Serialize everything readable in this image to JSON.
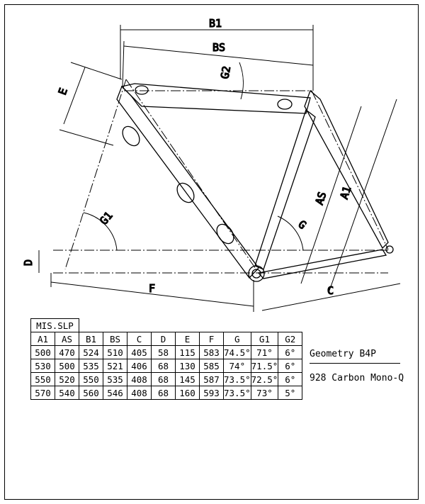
{
  "dimension_labels": {
    "B1": "B1",
    "BS": "BS",
    "E": "E",
    "G2": "G2",
    "G1": "G1",
    "D": "D",
    "F": "F",
    "G": "G",
    "AS": "AS",
    "A1": "A1",
    "C": "C"
  },
  "table": {
    "title": "MIS.SLP",
    "headers": [
      "A1",
      "AS",
      "B1",
      "BS",
      "C",
      "D",
      "E",
      "F",
      "G",
      "G1",
      "G2"
    ],
    "rows": [
      [
        "500",
        "470",
        "524",
        "510",
        "405",
        "58",
        "115",
        "583",
        "74.5°",
        "71°",
        "6°"
      ],
      [
        "530",
        "500",
        "535",
        "521",
        "406",
        "68",
        "130",
        "585",
        "74°",
        "71.5°",
        "6°"
      ],
      [
        "550",
        "520",
        "550",
        "535",
        "408",
        "68",
        "145",
        "587",
        "73.5°",
        "72.5°",
        "6°"
      ],
      [
        "570",
        "540",
        "560",
        "546",
        "408",
        "68",
        "160",
        "593",
        "73.5°",
        "73°",
        "5°"
      ]
    ]
  },
  "model": {
    "geometry": "Geometry B4P",
    "name": "928 Carbon Mono-Q"
  }
}
